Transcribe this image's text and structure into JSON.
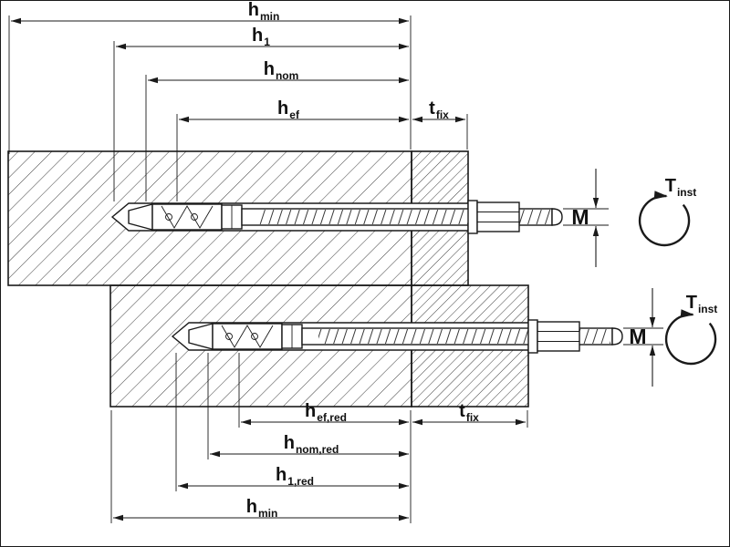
{
  "colors": {
    "line": "#1a1a1a",
    "hatch": "#3d3d3d",
    "background": "#ffffff"
  },
  "icons": {
    "dimension_arrow": "filled-triangle-arrowheads",
    "torque_arrow": "circular-clockwise-arrow"
  },
  "dimensions_top": {
    "h_min": {
      "base": "h",
      "sub": "min"
    },
    "h_1": {
      "base": "h",
      "sub": "1"
    },
    "h_nom": {
      "base": "h",
      "sub": "nom"
    },
    "h_ef": {
      "base": "h",
      "sub": "ef"
    },
    "t_fix": {
      "base": "t",
      "sub": "fix"
    }
  },
  "dimensions_bottom": {
    "h_ef_red": {
      "base": "h",
      "sub": "ef,red"
    },
    "t_fix": {
      "base": "t",
      "sub": "fix"
    },
    "h_nom_red": {
      "base": "h",
      "sub": "nom,red"
    },
    "h_1_red": {
      "base": "h",
      "sub": "1,red"
    },
    "h_min": {
      "base": "h",
      "sub": "min"
    }
  },
  "annotations_top": {
    "thread_size": "M",
    "torque": {
      "base": "T",
      "sub": "inst"
    }
  },
  "annotations_bottom": {
    "thread_size": "M",
    "torque": {
      "base": "T",
      "sub": "inst"
    }
  }
}
